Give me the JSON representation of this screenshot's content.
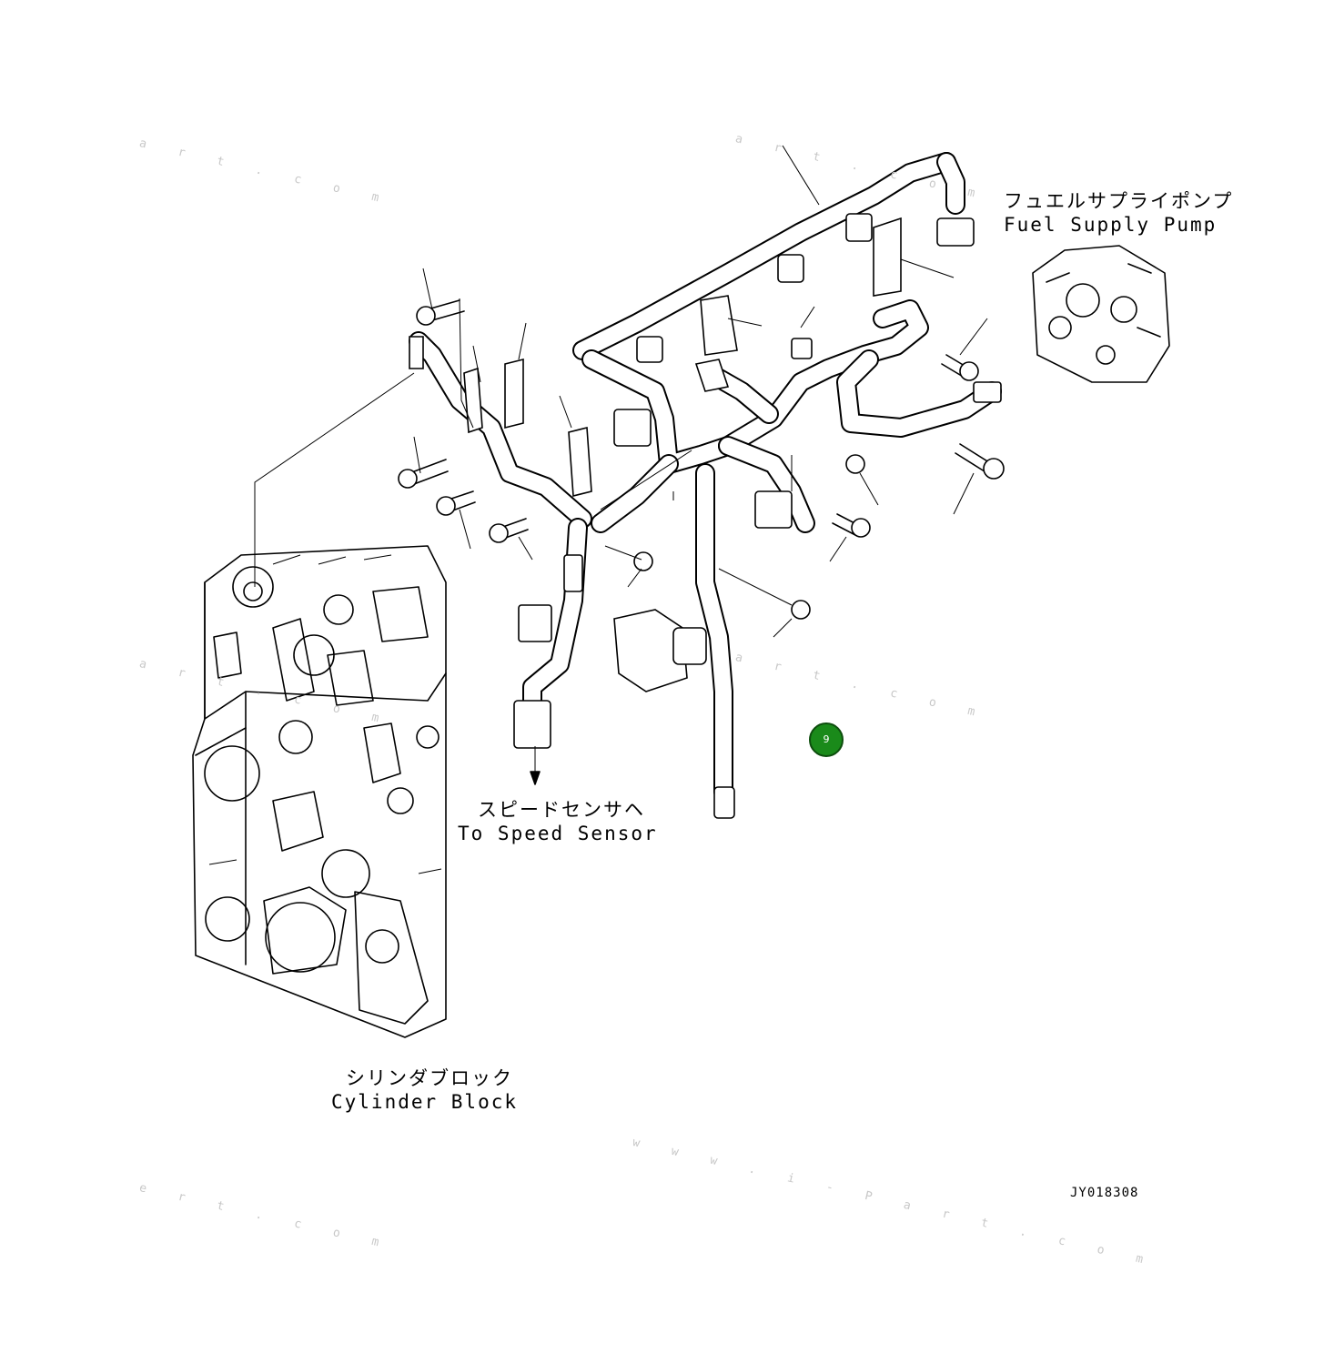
{
  "labels": {
    "fuel_pump_jp": "フュエルサプライポンプ",
    "fuel_pump_en": "Fuel Supply Pump",
    "speed_sensor_jp": "スピードセンサヘ",
    "speed_sensor_en": "To Speed Sensor",
    "cylinder_block_jp": "シリンダブロック",
    "cylinder_block_en": "Cylinder Block"
  },
  "drawing_code": "JY018308",
  "marker": {
    "label": "9",
    "color": "#1a8a1a"
  },
  "watermarks": [
    "a r t . c o m",
    "w w w . i - P a r t . c o m",
    "e r t . c o m"
  ]
}
